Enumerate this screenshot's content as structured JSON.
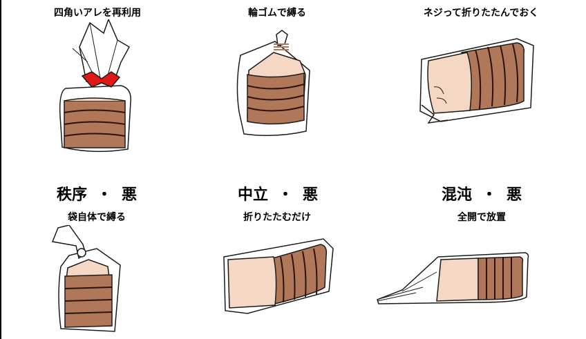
{
  "panels": [
    {
      "caption": "四角いアレを再利用"
    },
    {
      "caption": "輪ゴムで縛る"
    },
    {
      "caption": "ネジって折りたたんでおく"
    },
    {
      "caption": "袋自体で縛る"
    },
    {
      "caption": "折りたたむだけ"
    },
    {
      "caption": "全開で放置"
    }
  ],
  "ratings": [
    {
      "label": "秩序",
      "sep": "・",
      "verdict": "悪"
    },
    {
      "label": "中立",
      "sep": "・",
      "verdict": "悪"
    },
    {
      "label": "混沌",
      "sep": "・",
      "verdict": "悪"
    }
  ],
  "colors": {
    "crust": "#b07858",
    "slice_line": "#2a120a",
    "crumb": "#f5d8c4",
    "clip": "#e01818",
    "bag_outline": "#1a1a1a"
  }
}
